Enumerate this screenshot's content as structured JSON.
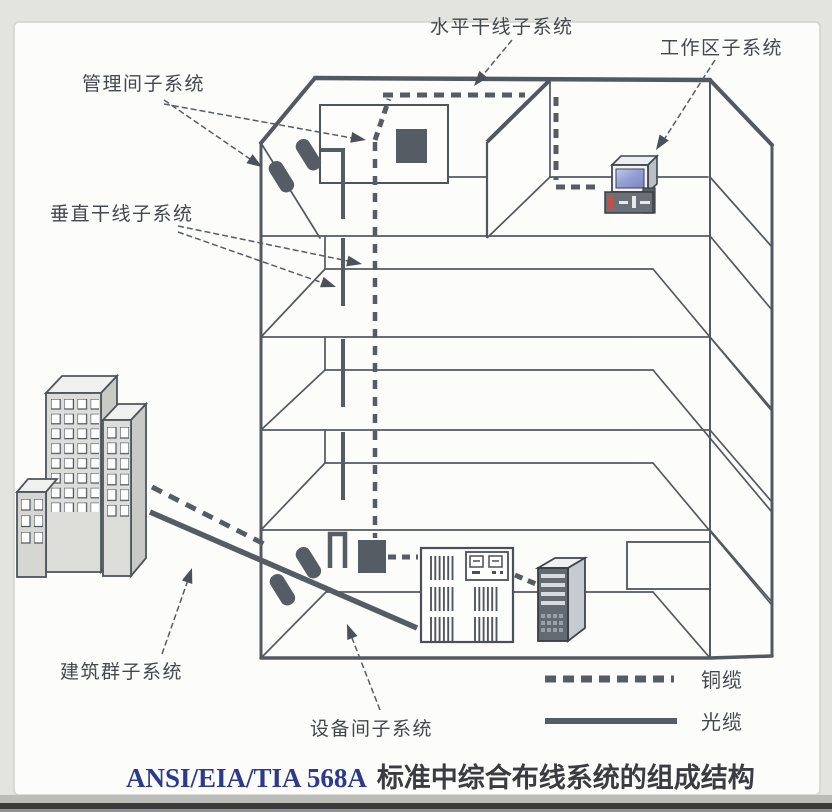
{
  "title": {
    "standard": "ANSI/EIA/TIA 568A",
    "text": "标准中综合布线系统的组成结构"
  },
  "labels": {
    "horizontal_backbone": "水平干线子系统",
    "work_area": "工作区子系统",
    "management_room": "管理间子系统",
    "vertical_backbone": "垂直干线子系统",
    "campus_subsystem": "建筑群子系统",
    "equipment_room": "设备间子系统"
  },
  "legend": {
    "copper": "铜缆",
    "fiber": "光缆"
  },
  "colors": {
    "ink": "#535960",
    "ink_dark": "#41464d",
    "title_latin": "#2b3a8f",
    "title_cjk": "#3b3b42",
    "screen_blue": "#98a1d6",
    "paper": "#fcfcfa",
    "scan_border": "#e2e2de"
  }
}
